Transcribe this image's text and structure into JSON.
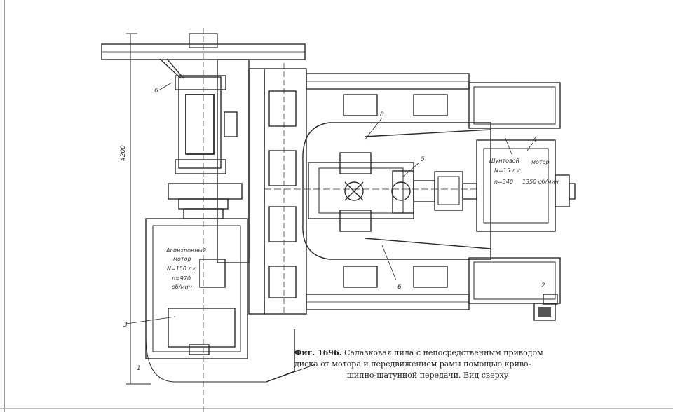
{
  "drawing": {
    "dimension_label": "4200",
    "part_labels": {
      "p1": "1",
      "p2": "2",
      "p3": "3",
      "p4": "4",
      "p5": "5",
      "p6": "6",
      "p8": "8"
    },
    "motor_left": {
      "line1": "Асинхронный",
      "line2": "мотор",
      "line3": "N=150 л.с",
      "line4": "n=970",
      "line5": "об/мин"
    },
    "motor_right": {
      "line1": "Шунтовой",
      "line2": "мотор",
      "line3": "N=15 л.с",
      "line4": "n=340",
      "line5": "1350 об/мин"
    }
  },
  "caption": {
    "fig_prefix": "Фиг. 1696.",
    "line1": "Салазковая пила с непосредственным приводом",
    "line2": "диска от мотора и передвижением рамы помощью криво-",
    "line3": "шипно-шатунной передачи. Вид сверху"
  }
}
